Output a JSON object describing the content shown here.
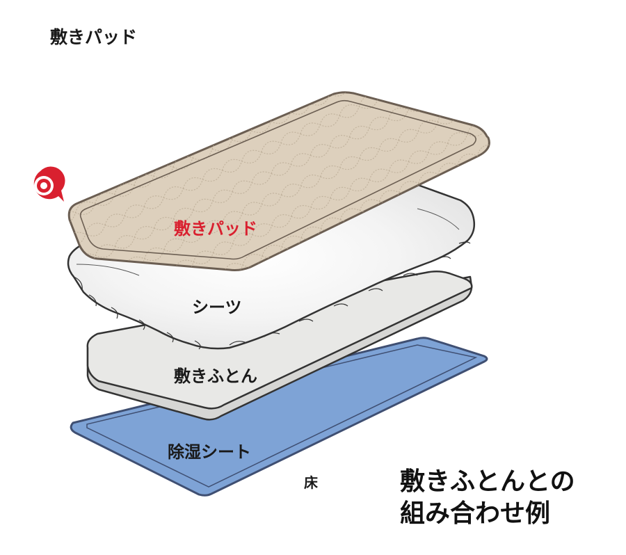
{
  "heading": "敷きパッド",
  "layers": {
    "pad": "敷きパッド",
    "sheet": "シーツ",
    "futon": "敷きふとん",
    "mat": "除湿シート",
    "floor": "床"
  },
  "caption": {
    "line1": "敷きふとんとの",
    "line2": "組み合わせ例"
  },
  "colors": {
    "pad_fill": "#ddd0bd",
    "pad_border": "#6b5e52",
    "sheet_fill": "#ffffff",
    "futon_top": "#e8e8e6",
    "futon_side": "#d6d6d4",
    "mat_fill": "#7ea3d6",
    "mat_border": "#3f4f72",
    "pad_label": "#d9202f",
    "marker": "#d9202f"
  },
  "icons": {
    "marker": "target-marker-icon"
  }
}
